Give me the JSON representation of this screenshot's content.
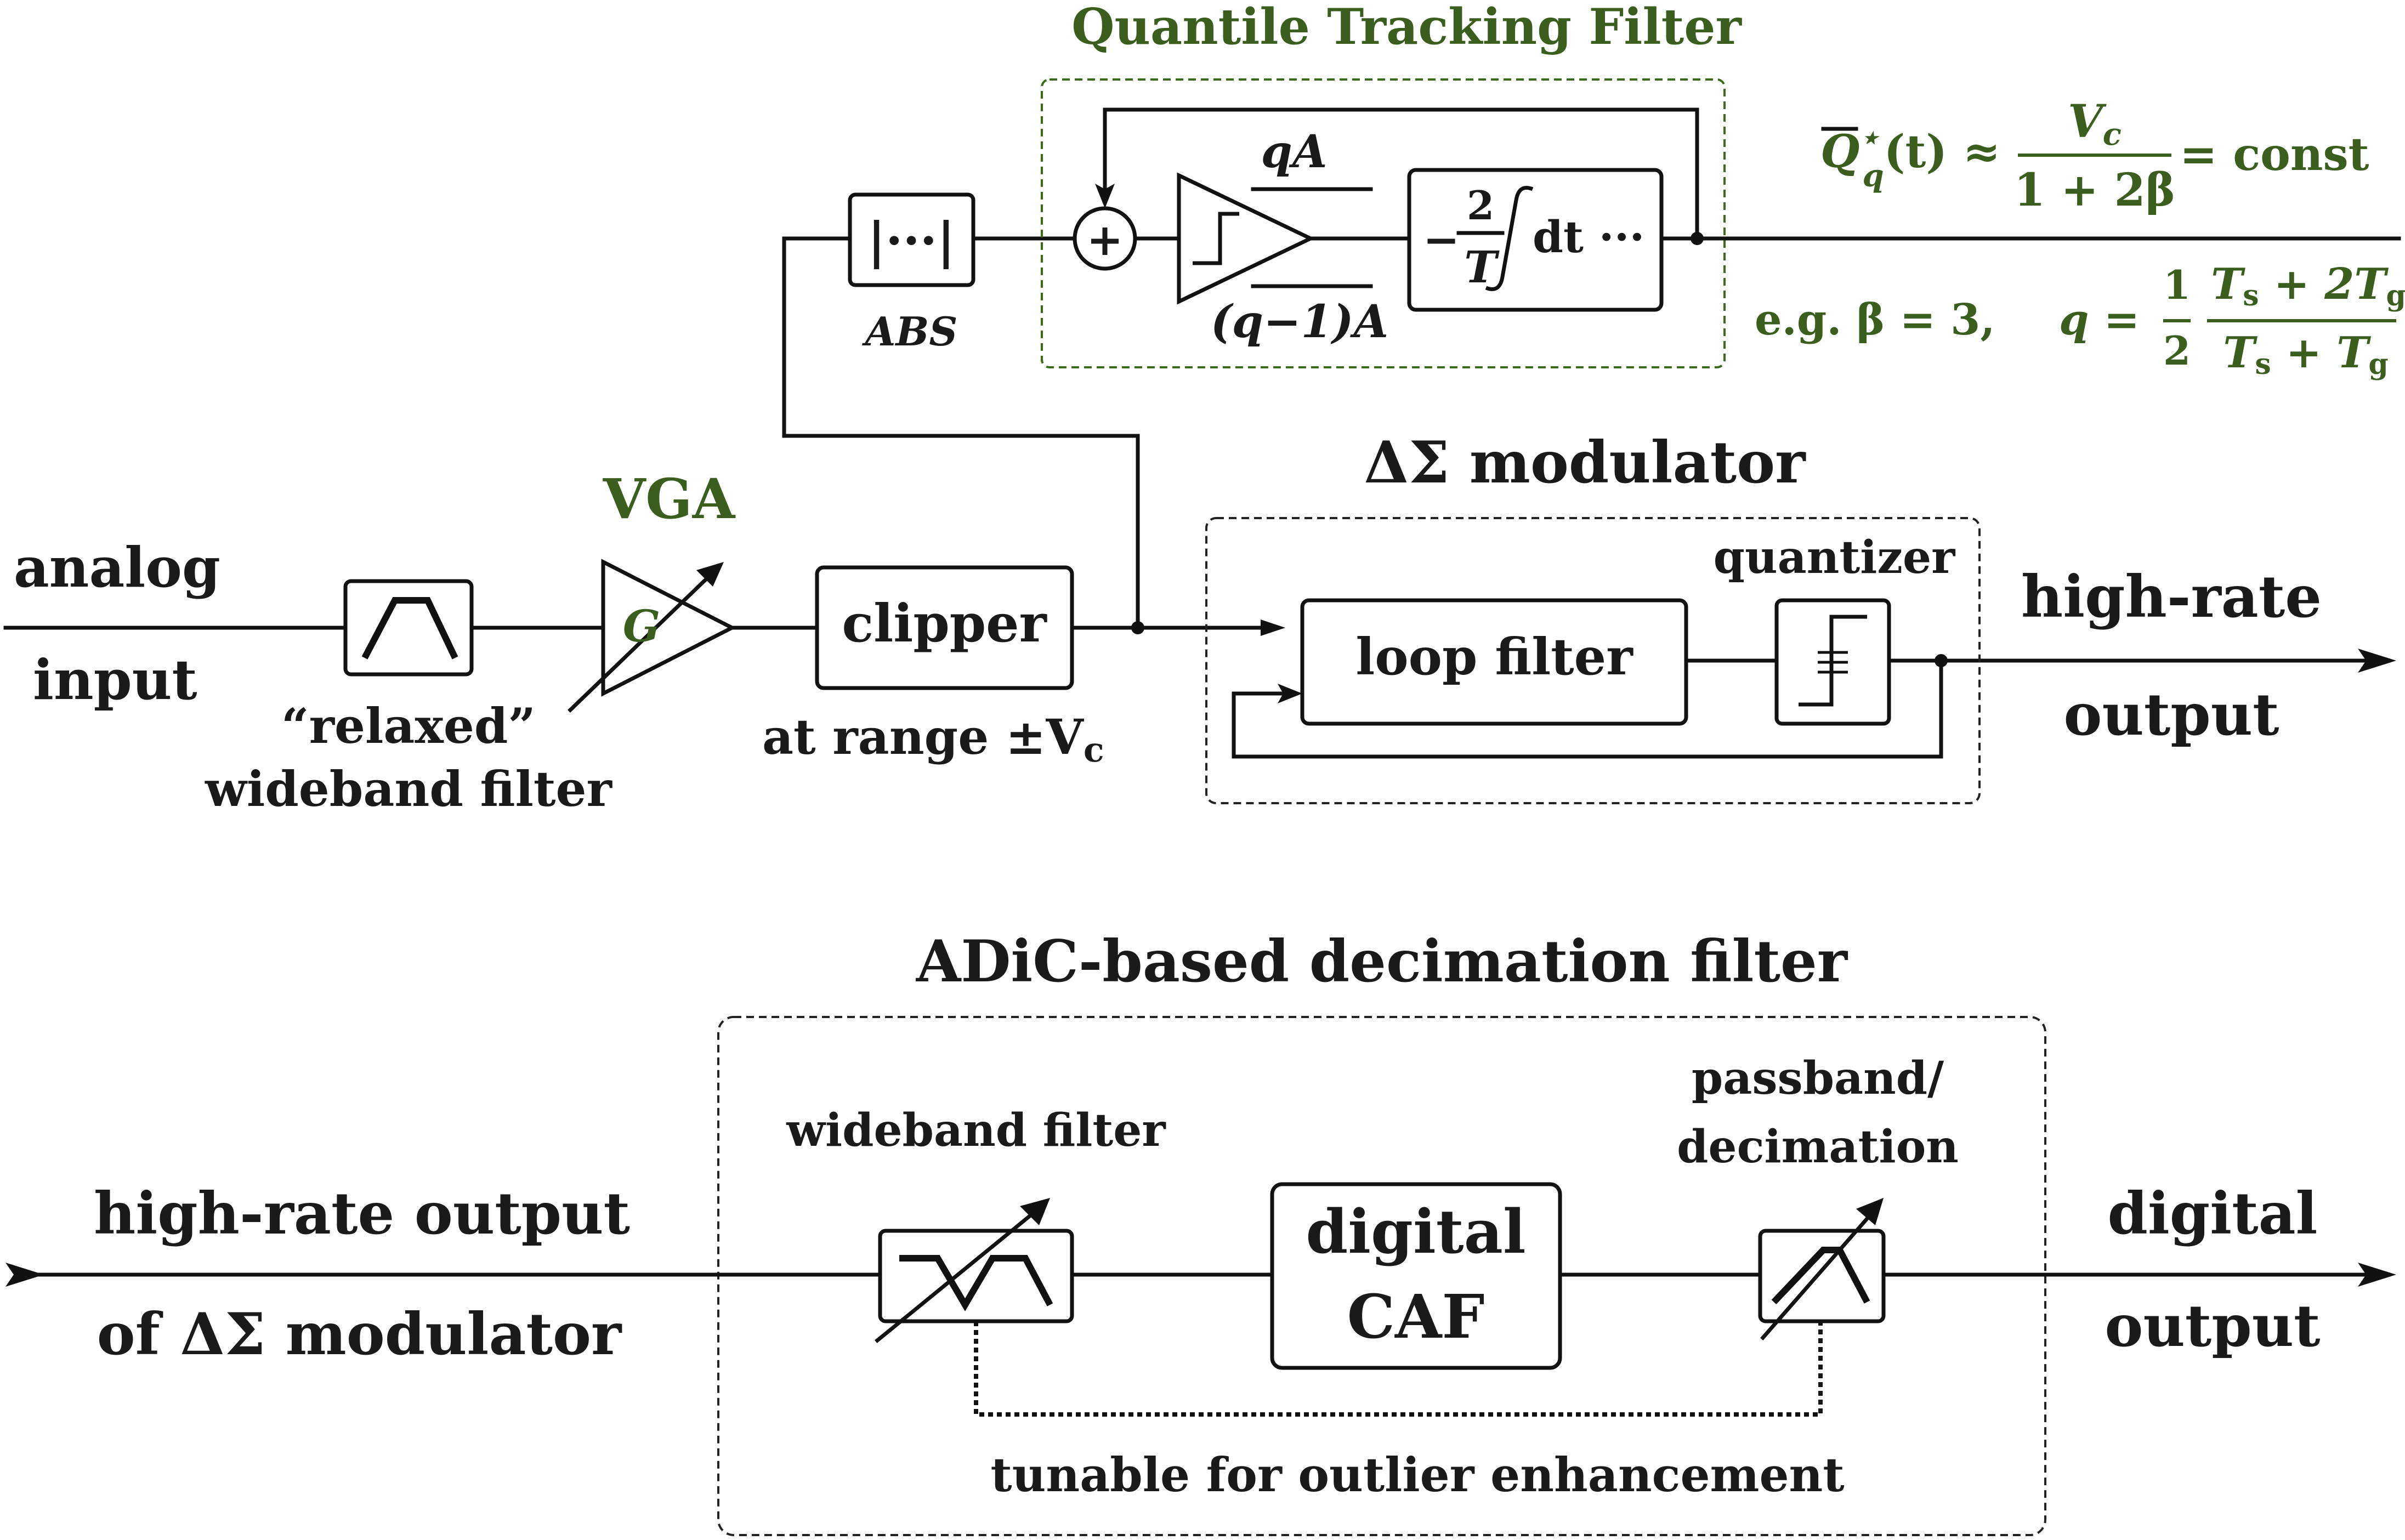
{
  "top": {
    "input_label_1": "analog",
    "input_label_2": "input",
    "wideband_filter_1": "“relaxed”",
    "wideband_filter_2": "wideband filter",
    "vga_title": "VGA",
    "vga_gain": "G",
    "clipper": "clipper",
    "clipper_range": "at range ±V",
    "clipper_range_sub": "c",
    "abs_block": "|···|",
    "abs_label": "ABS",
    "qtf_title": "Quantile Tracking Filter",
    "sum_symbol": "+",
    "comparator_upper": "qA",
    "comparator_lower": "(q−1)A",
    "integrator_prefix": "−",
    "integrator_num": "2",
    "integrator_den": "T",
    "integrator_body": "dt ···",
    "formula": {
      "lhs": "Q",
      "lhs_sup": "⋆",
      "lhs_sub": "q",
      "lhs_arg": "(t) ≈",
      "num": "V",
      "num_sub": "c",
      "den": "1 + 2β",
      "rhs": "= const"
    },
    "example": {
      "prefix": "e.g.  β = 3,",
      "q_lhs": "q =",
      "half_num": "1",
      "half_den": "2",
      "num": "T",
      "num_sub": "s",
      "num_mid": " + 2T",
      "num_sub2": "g",
      "den": "T",
      "den_sub": "s",
      "den_mid": " + T",
      "den_sub2": "g"
    },
    "modulator_title": "ΔΣ modulator",
    "loop_filter": "loop filter",
    "quantizer": "quantizer",
    "output_1": "high-rate",
    "output_2": "output"
  },
  "bottom": {
    "title": "ADiC-based decimation filter",
    "input_1": "high-rate output",
    "input_2": "of ΔΣ modulator",
    "wideband_filter": "wideband filter",
    "caf_1": "digital",
    "caf_2": "CAF",
    "passband_1": "passband/",
    "passband_2": "decimation",
    "tunable": "tunable for outlier enhancement",
    "output_1": "digital",
    "output_2": "output"
  },
  "colors": {
    "black": "#111111",
    "green": "#3b5e1e"
  }
}
